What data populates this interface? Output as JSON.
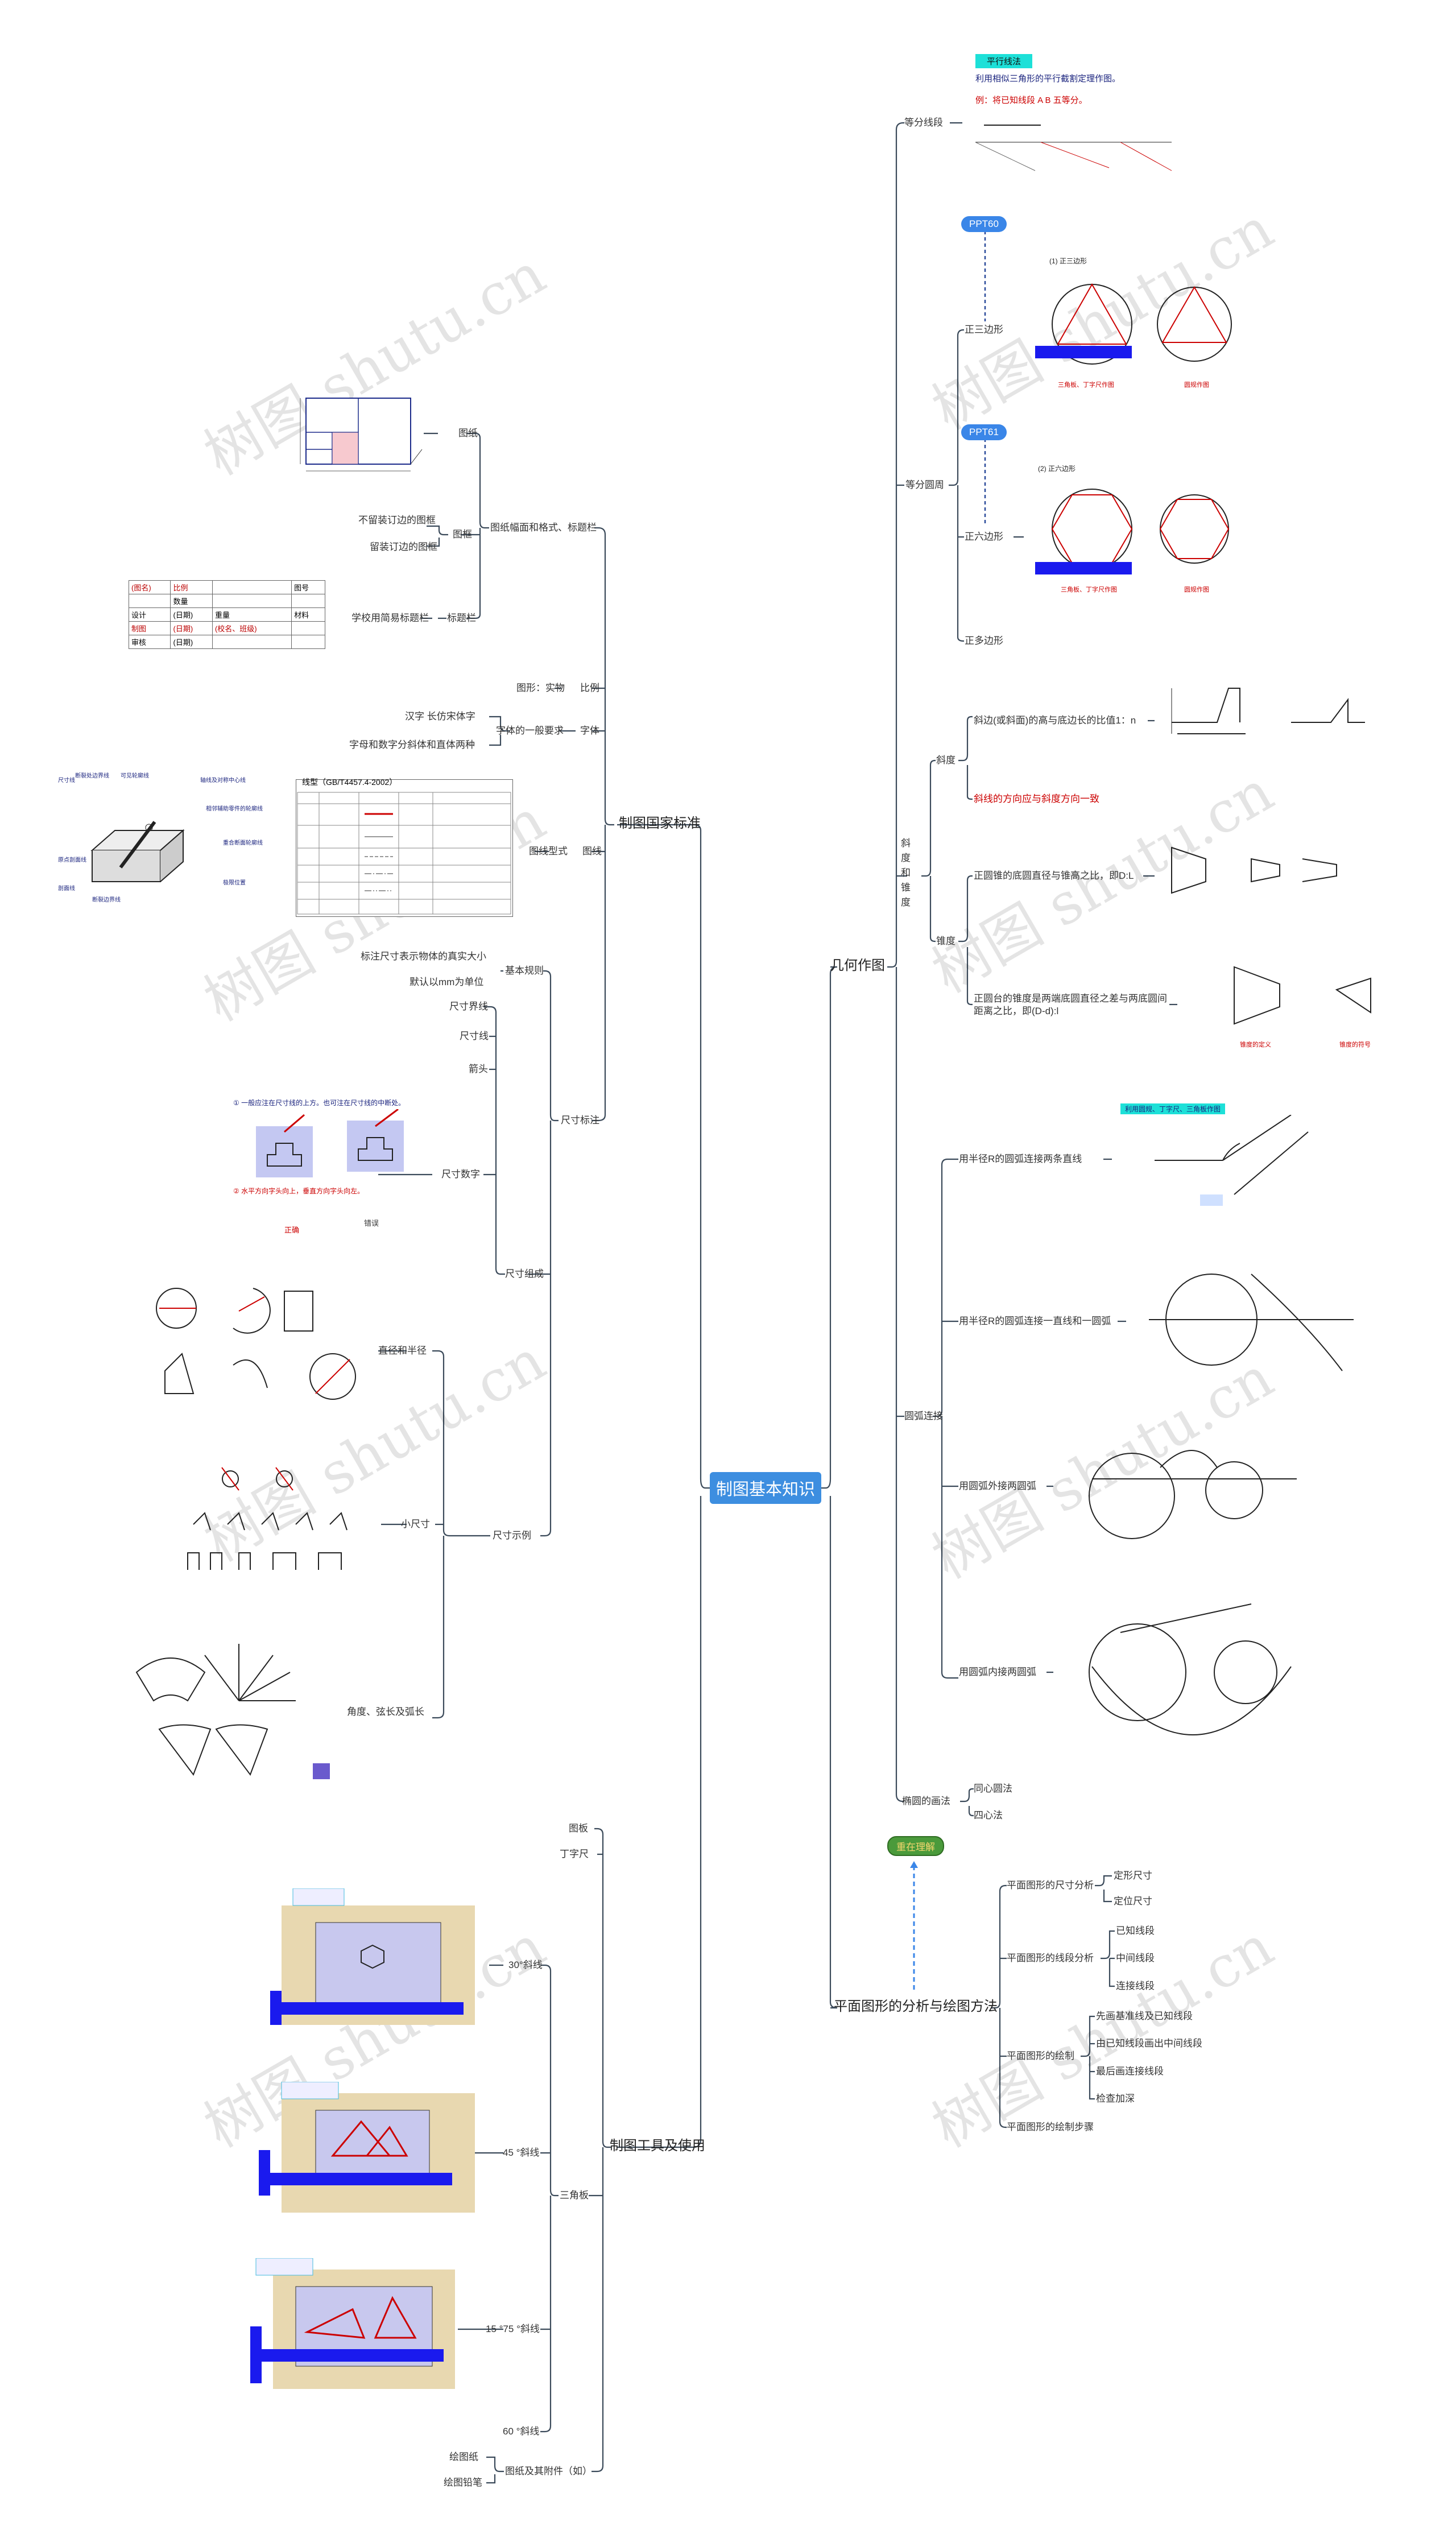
{
  "root": "制图基本知识",
  "watermark": "树图 shutu.cn",
  "branches": {
    "standards": {
      "label": "制图国家标准",
      "sheet": {
        "label": "图纸幅面和格式、标题栏",
        "paper": "图纸",
        "frame": "图框",
        "frame_items": [
          "不留装订边的图框",
          "留装订边的图框"
        ],
        "title_block": "标题栏",
        "school_title": "学校用简易标题栏",
        "title_table": {
          "rows": [
            [
              "(图名)",
              "比例",
              "",
              "图号"
            ],
            [
              "",
              "数量",
              "",
              ""
            ],
            [
              "设计",
              "(日期)",
              "重量",
              "材料"
            ],
            [
              "制图",
              "(日期)",
              "(校名、班级)",
              ""
            ],
            [
              "审核",
              "(日期)",
              "",
              ""
            ]
          ]
        }
      },
      "scale": {
        "label": "比例",
        "item": "图形：实物"
      },
      "font": {
        "label": "字体",
        "sub": "字体的一般要求",
        "items": [
          "汉字 长仿宋体字",
          "字母和数字分斜体和直体两种"
        ]
      },
      "line": {
        "label": "图线",
        "sub": "图线型式",
        "table_title": "线型（GB/T4457.4-2002）"
      },
      "dim": {
        "label": "尺寸标注",
        "basic": "基本规则",
        "basic_items": [
          "标注尺寸表示物体的真实大小",
          "默认以mm为单位"
        ],
        "compose": "尺寸组成",
        "compose_items": [
          "尺寸界线",
          "尺寸线",
          "箭头",
          "尺寸数字"
        ],
        "compose_notes": [
          "① 一般应注在尺寸线的上方。也可注在尺寸线的中断处。",
          "② 水平方向字头向上，垂直方向字头向左。",
          "正确",
          "错误"
        ],
        "example": "尺寸示例",
        "example_items": [
          "直径和半径",
          "小尺寸",
          "角度、弦长及弧长"
        ]
      }
    },
    "tools": {
      "label": "制图工具及使用",
      "items": [
        "图板",
        "丁字尺",
        "三角板"
      ],
      "triangle_items": [
        "30°斜线",
        "45 °斜线",
        "15 °75 °斜线",
        "60 °斜线"
      ],
      "accessory": "图纸及其附件（如）",
      "accessory_items": [
        "绘图纸",
        "绘图铅笔"
      ]
    },
    "geometry": {
      "label": "几何作图",
      "equal_line": {
        "label": "等分线段",
        "tag": "平行线法",
        "line1": "利用相似三角形的平行截割定理作图。",
        "line2": "例：将已知线段 A B 五等分。"
      },
      "equal_circle": {
        "label": "等分圆周",
        "items": [
          "正三边形",
          "正六边形",
          "正多边形"
        ],
        "ppt": [
          "PPT60",
          "PPT61"
        ],
        "cap1": "(1) 正三边形",
        "cap2": "(2) 正六边形",
        "sub1": [
          "三角板、丁字尺作图",
          "圆规作图"
        ],
        "sub2": [
          "三角板、丁字尺作图",
          "圆规作图"
        ]
      },
      "slope": {
        "label": "斜度和锥度",
        "slope": "斜度",
        "slope_items": [
          "斜边(或斜面)的高与底边长的比值1：n",
          "斜线的方向应与斜度方向一致"
        ],
        "taper": "锥度",
        "taper_items": [
          "正圆锥的底圆直径与锥高之比，即D:L",
          "正圆台的锥度是两端底圆直径之差与两底圆间距离之比，即(D-d):l"
        ],
        "captions": [
          "锥度的定义",
          "锥度的符号"
        ]
      },
      "arc": {
        "label": "圆弧连接",
        "items": [
          "用半径R的圆弧连接两条直线",
          "用半径R的圆弧连接一直线和一圆弧",
          "用圆弧外接两圆弧",
          "用圆弧内接两圆弧"
        ],
        "tag": "利用圆规、丁字尺、三角板作图"
      },
      "ellipse": {
        "label": "椭圆的画法",
        "items": [
          "同心圆法",
          "四心法"
        ]
      }
    },
    "plane": {
      "label": "平面图形的分析与绘图方法",
      "tag": "重在理解",
      "size": {
        "label": "平面图形的尺寸分析",
        "items": [
          "定形尺寸",
          "定位尺寸"
        ]
      },
      "segment": {
        "label": "平面图形的线段分析",
        "items": [
          "已知线段",
          "中间线段",
          "连接线段"
        ]
      },
      "draw": {
        "label": "平面图形的绘制",
        "items": [
          "先画基准线及已知线段",
          "由已知线段画出中间线段",
          "最后画连接线段",
          "检查加深"
        ]
      },
      "steps": "平面图形的绘制步骤"
    }
  },
  "colors": {
    "root": "#3d8ee0",
    "line": "#3b4a5a",
    "blue_bar": "#1a1aee",
    "red": "#cc1111"
  }
}
